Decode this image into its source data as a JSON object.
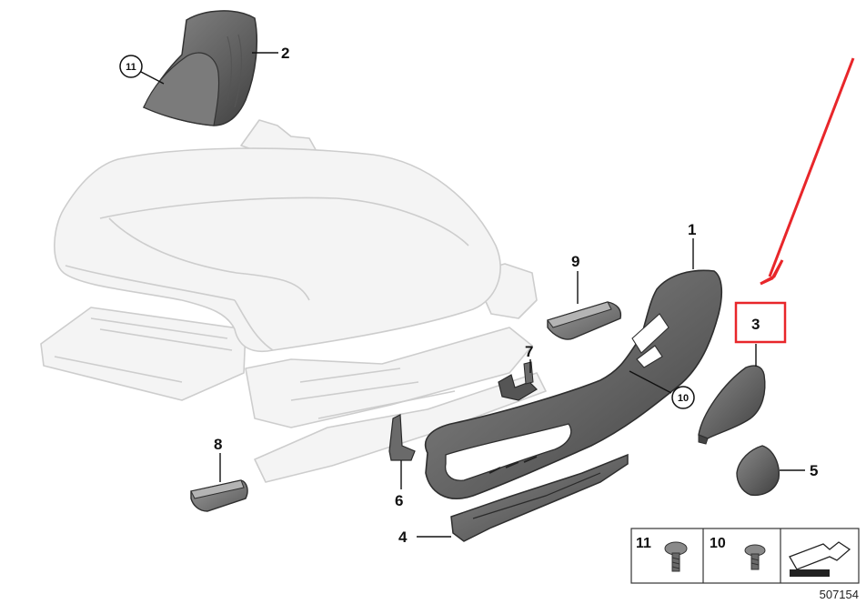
{
  "callouts": {
    "part_1": "1",
    "part_2": "2",
    "part_3": "3",
    "part_4": "4",
    "part_5": "5",
    "part_6": "6",
    "part_7": "7",
    "part_8": "8",
    "part_9": "9",
    "part_10": "10",
    "part_11": "11"
  },
  "legend": {
    "item_11_label": "11",
    "item_10_label": "10"
  },
  "diagram_id": "507154",
  "colors": {
    "highlight": "#e8262a",
    "part_fill": "#6d6d6d",
    "part_dark": "#4a4a4a",
    "ghost_line": "#cfcfcf",
    "ghost_fill": "#f3f3f3"
  }
}
